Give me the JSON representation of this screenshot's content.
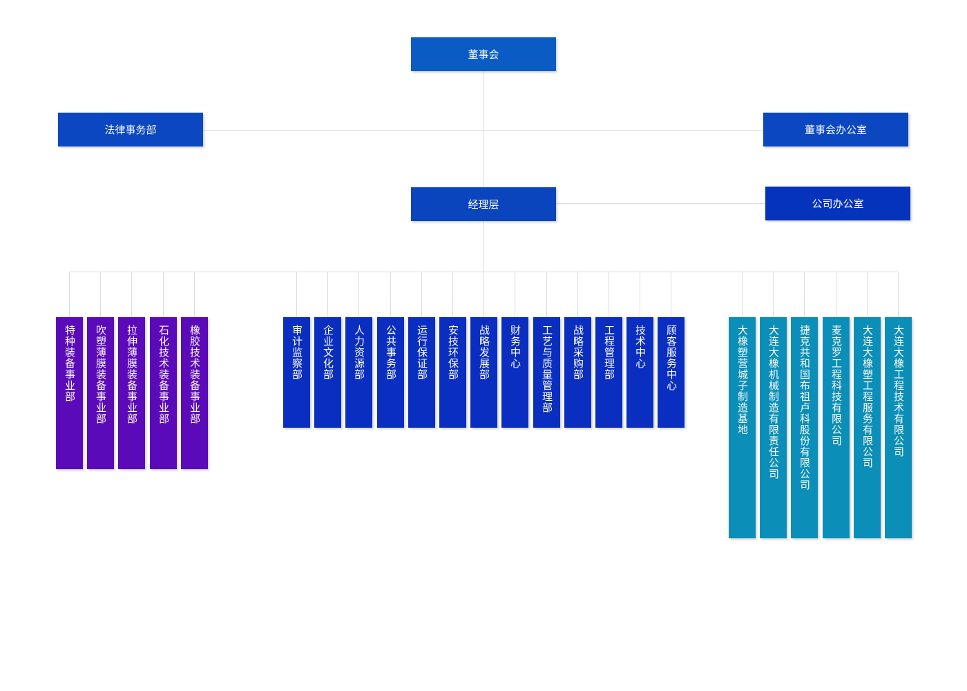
{
  "colors": {
    "top": "#0a5bc4",
    "mid": "#0a45bd",
    "office": "#0633bb",
    "dept": "#0a2ec0",
    "division": "#5a0ab8",
    "subsidiary": "#0b8eb8",
    "connector": "#dddddd"
  },
  "nodes": {
    "board": "董事会",
    "legal": "法律事务部",
    "board_office": "董事会办公室",
    "management": "经理层",
    "company_office": "公司办公室"
  },
  "divisions": [
    "特种装备事业部",
    "吹塑薄膜装备事业部",
    "拉伸薄膜装备事业部",
    "石化技术装备事业部",
    "橡胶技术装备事业部"
  ],
  "departments": [
    "审计监察部",
    "企业文化部",
    "人力资源部",
    "公共事务部",
    "运行保证部",
    "安技环保部",
    "战略发展部",
    "财务中心",
    "工艺与质量管理部",
    "战略采购部",
    "工程管理部",
    "技术中心",
    "顾客服务中心"
  ],
  "subsidiaries": [
    "大橡塑营城子制造基地",
    "大连大橡机械制造有限责任公司",
    "捷克共和国布祖卢科股份有限公司",
    "麦克罗工程科技有限公司",
    "大连大橡塑工程服务有限公司",
    "大连大橡工程技术有限公司"
  ]
}
